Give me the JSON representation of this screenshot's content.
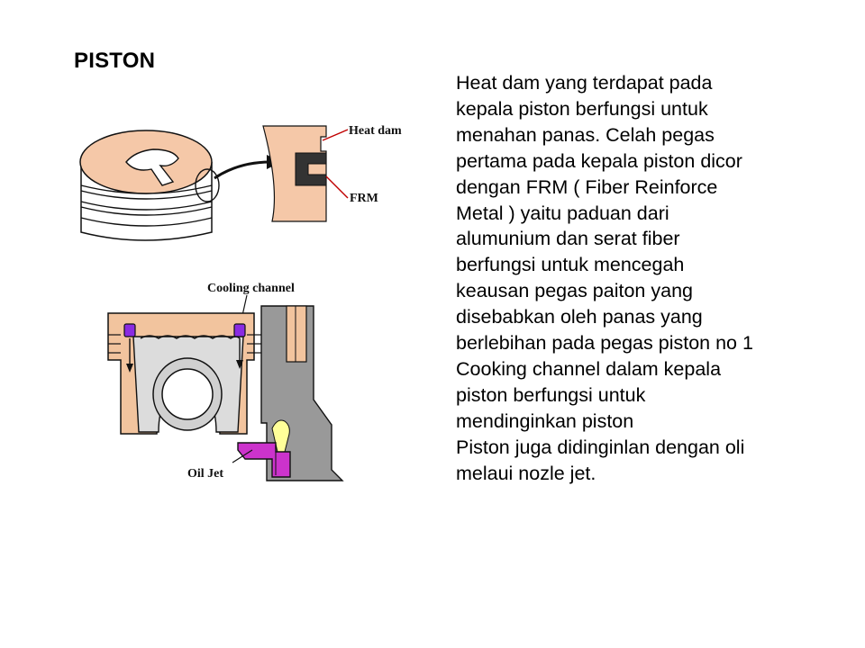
{
  "slide": {
    "title": "PISTON",
    "paragraph_lines": [
      "Heat dam yang terdapat pada",
      "kepala piston berfungsi untuk",
      "menahan panas. Celah pegas",
      "pertama pada kepala piston dicor",
      "dengan FRM ( Fiber Reinforce",
      "Metal ) yaitu paduan dari",
      "alumunium dan serat fiber",
      "berfungsi untuk mencegah",
      "keausan pegas paiton yang",
      "disebabkan oleh panas yang",
      "berlebihan pada pegas piston no 1",
      "Cooking channel dalam kepala",
      "piston berfungsi untuk",
      "mendinginkan piston",
      "Piston juga didinginlan dengan oli",
      "melaui nozle jet."
    ]
  },
  "figure_top": {
    "labels": {
      "heat_dam": "Heat dam",
      "frm": "FRM"
    },
    "colors": {
      "piston_crown": "#f5c8a8",
      "insert": "#333333"
    }
  },
  "figure_bottom": {
    "labels": {
      "cooling_channel": "Cooling channel",
      "oil_jet": "Oil Jet"
    },
    "colors": {
      "piston_body": "#f2c49e",
      "cylinder_wall": "#999999",
      "channel": "#8a2be2",
      "oil_jet": "#cc33cc",
      "oil_spray": "#ffff99"
    }
  }
}
